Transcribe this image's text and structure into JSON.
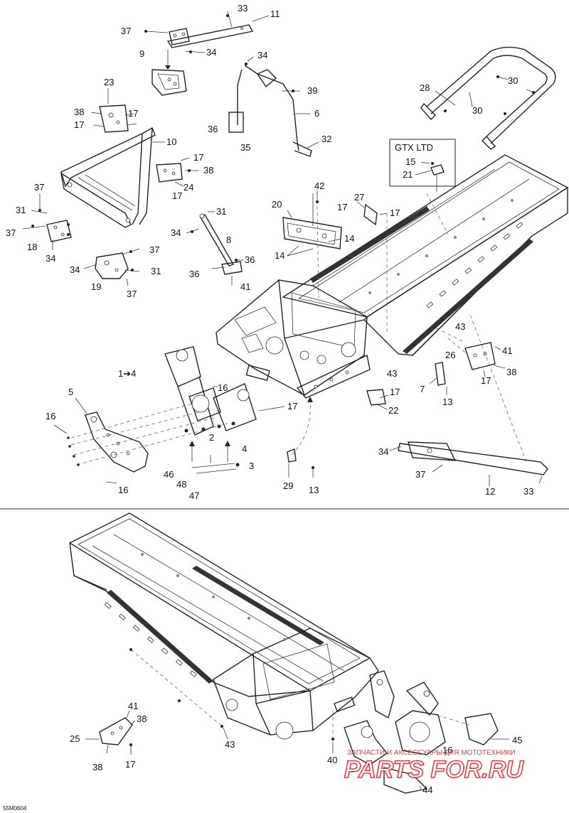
{
  "diagram_code": "55M0604",
  "variant_box": {
    "title": "GTX LTD",
    "labels": [
      "15",
      "21"
    ]
  },
  "range_note": "1➔4",
  "callouts_top": [
    "33",
    "11",
    "37",
    "34",
    "9",
    "34",
    "39",
    "23",
    "38",
    "17",
    "17",
    "10",
    "6",
    "36",
    "32",
    "35",
    "28",
    "30",
    "30",
    "17",
    "38",
    "24",
    "17",
    "37",
    "31",
    "37",
    "18",
    "34",
    "31",
    "34",
    "8",
    "36",
    "36",
    "41",
    "37",
    "34",
    "19",
    "31",
    "37",
    "42",
    "27",
    "17",
    "17",
    "20",
    "14",
    "14",
    "43",
    "26",
    "41",
    "38",
    "17",
    "43",
    "7",
    "17",
    "22",
    "13",
    "1➔4",
    "16",
    "5",
    "16",
    "17",
    "2",
    "4",
    "3",
    "46",
    "48",
    "47",
    "16",
    "29",
    "13",
    "34",
    "37",
    "12",
    "33"
  ],
  "callouts_bottom": [
    "41",
    "38",
    "25",
    "38",
    "17",
    "43",
    "40",
    "16",
    "45",
    "44"
  ],
  "watermark": {
    "text_small": "ЗАПЧАСТИ И АКСЕССУАРЫ ДЛЯ МОТОТЕХНИКИ",
    "text_big": "PARTS FOR.RU"
  },
  "colors": {
    "line": "#222222",
    "watermark": "#e3262d",
    "background": "#ffffff"
  }
}
